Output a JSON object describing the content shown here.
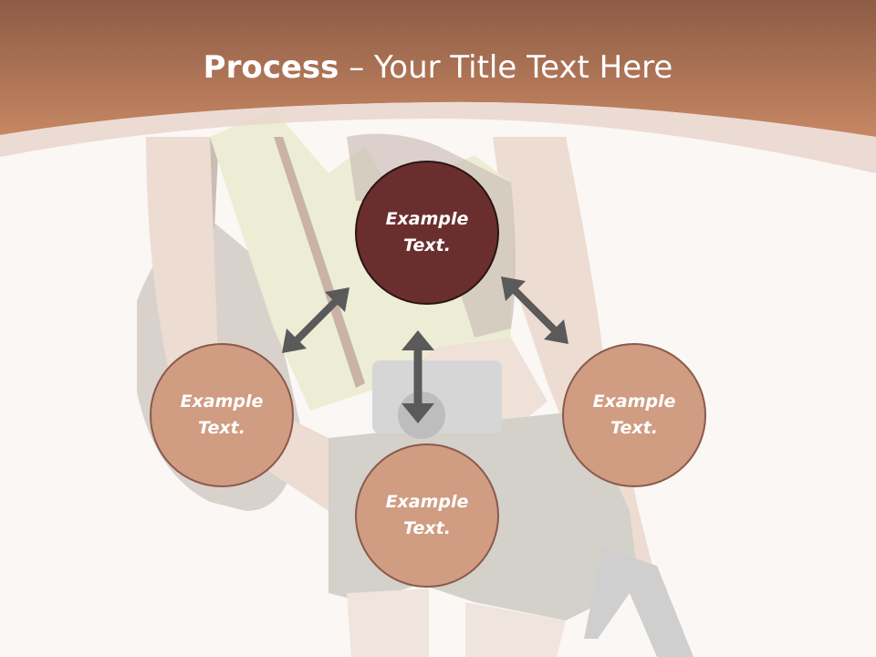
{
  "slide": {
    "title_bold": "Process",
    "title_dash": " – ",
    "title_rest": "Your Title Text Here"
  },
  "circles": {
    "center": {
      "line1": "Example",
      "line2": "Text."
    },
    "left": {
      "line1": "Example",
      "line2": "Text."
    },
    "right": {
      "line1": "Example",
      "line2": "Text."
    },
    "bottom": {
      "line1": "Example",
      "line2": "Text."
    }
  },
  "colors": {
    "header_band": "#b9775a",
    "center_circle": "#6b2e2e",
    "side_circle": "#d09c82",
    "arrow": "#5a5a5a"
  }
}
